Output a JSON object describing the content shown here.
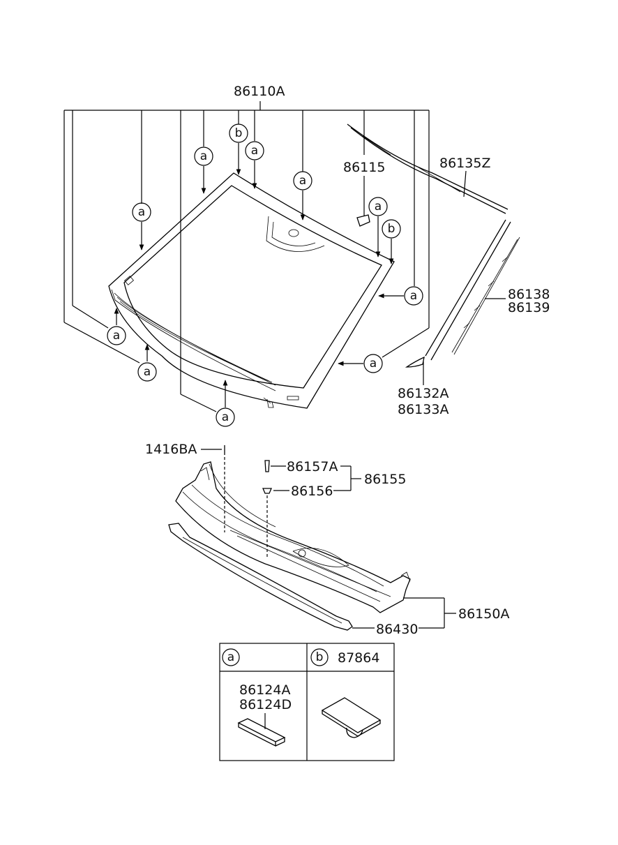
{
  "parts": {
    "windshield_glass": "86110A",
    "inside_mirror_cover": "86115",
    "roof_molding": "86135Z",
    "side_molding_a": "86138",
    "side_molding_b": "86139",
    "molding_clip_a": "86132A",
    "molding_clip_b": "86133A",
    "screw": "1416BA",
    "retainer_a": "86157A",
    "retainer_b": "86156",
    "retainer_assy": "86155",
    "cowl_panel": "86150A",
    "weatherstrip": "86430"
  },
  "callouts": {
    "a": "a",
    "b": "b"
  },
  "legend": {
    "a_letter": "a",
    "b_letter": "b",
    "b_part": "87864",
    "a_part_1": "86124A",
    "a_part_2": "86124D"
  }
}
